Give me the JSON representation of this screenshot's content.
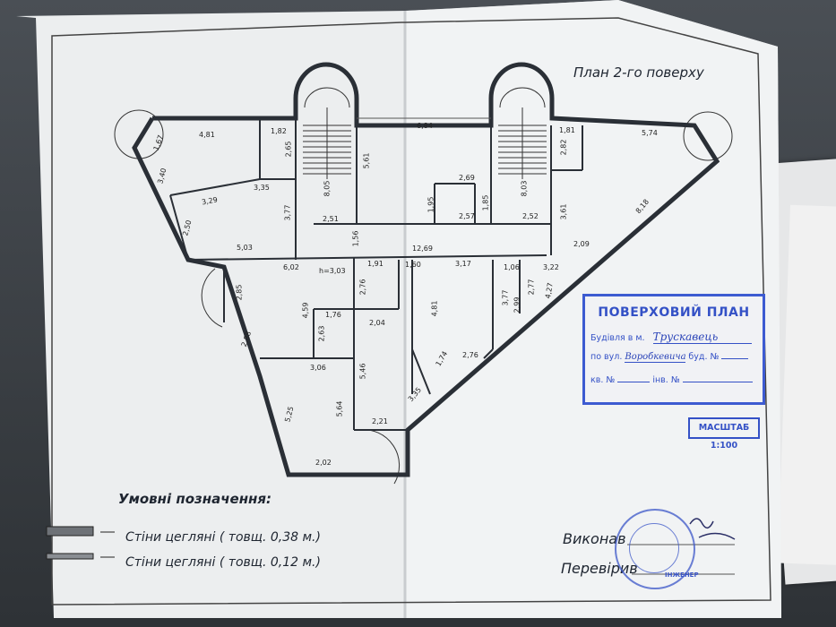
{
  "document": {
    "plan_title": "План 2-го поверху",
    "legend": {
      "title": "Умовні позначення:",
      "items": [
        "Стіни цегляні ( товщ. 0,38 м.)",
        "Стіни  цегляні ( товщ. 0,12 м.)"
      ]
    },
    "signatures": {
      "executed": "Виконав",
      "checked": "Перевірив"
    }
  },
  "stamp": {
    "title": "ПОВЕРХОВИЙ ПЛАН",
    "building_label": "Будівля в м.",
    "city": "Трускавець",
    "street_label": "по вул.",
    "street": "Воробкевича",
    "bud_label": "буд. №",
    "apt_label": "кв. №",
    "inv_label": "інв. №",
    "scale": "МАСШТАБ 1:100"
  },
  "seal": {
    "text": "ІНЖЕНЕР"
  },
  "dimensions": [
    {
      "id": "d1",
      "t": "4,81"
    },
    {
      "id": "d2",
      "t": "1,82"
    },
    {
      "id": "d3",
      "t": "1,67"
    },
    {
      "id": "d4",
      "t": "2,65"
    },
    {
      "id": "d5",
      "t": "3,40"
    },
    {
      "id": "d6",
      "t": "3,35"
    },
    {
      "id": "d7",
      "t": "3,29"
    },
    {
      "id": "d8",
      "t": "3,77"
    },
    {
      "id": "d9",
      "t": "8,05"
    },
    {
      "id": "d10",
      "t": "5,61"
    },
    {
      "id": "d11",
      "t": "2,51"
    },
    {
      "id": "d12",
      "t": "2,50"
    },
    {
      "id": "d13",
      "t": "5,03"
    },
    {
      "id": "d14",
      "t": "1,56"
    },
    {
      "id": "d15",
      "t": "6,84"
    },
    {
      "id": "d16",
      "t": "2,69"
    },
    {
      "id": "d17",
      "t": "1,95"
    },
    {
      "id": "d18",
      "t": "1,85"
    },
    {
      "id": "d19",
      "t": "2,57"
    },
    {
      "id": "d20",
      "t": "8,03"
    },
    {
      "id": "d21",
      "t": "2,52"
    },
    {
      "id": "d22",
      "t": "1,81"
    },
    {
      "id": "d23",
      "t": "2,82"
    },
    {
      "id": "d24",
      "t": "5,74"
    },
    {
      "id": "d25",
      "t": "3,61"
    },
    {
      "id": "d26",
      "t": "8,18"
    },
    {
      "id": "d27",
      "t": "12,69"
    },
    {
      "id": "d28",
      "t": "2,09"
    },
    {
      "id": "d29",
      "t": "6,02"
    },
    {
      "id": "d30",
      "t": "h=3,03"
    },
    {
      "id": "d31",
      "t": "1,91"
    },
    {
      "id": "d32",
      "t": "1,60"
    },
    {
      "id": "d33",
      "t": "3,17"
    },
    {
      "id": "d34",
      "t": "1,06"
    },
    {
      "id": "d35",
      "t": "3,22"
    },
    {
      "id": "d36",
      "t": "2,85"
    },
    {
      "id": "d37",
      "t": "2,76"
    },
    {
      "id": "d38",
      "t": "4,59"
    },
    {
      "id": "d39",
      "t": "1,76"
    },
    {
      "id": "d40",
      "t": "2,04"
    },
    {
      "id": "d41",
      "t": "4,81"
    },
    {
      "id": "d42",
      "t": "3,77"
    },
    {
      "id": "d43",
      "t": "2,99"
    },
    {
      "id": "d44",
      "t": "2,77"
    },
    {
      "id": "d45",
      "t": "4,27"
    },
    {
      "id": "d46",
      "t": "2,63"
    },
    {
      "id": "d47",
      "t": "2,88"
    },
    {
      "id": "d48",
      "t": "3,06"
    },
    {
      "id": "d49",
      "t": "1,74"
    },
    {
      "id": "d50",
      "t": "2,76"
    },
    {
      "id": "d51",
      "t": "5,46"
    },
    {
      "id": "d52",
      "t": "3,35"
    },
    {
      "id": "d53",
      "t": "5,25"
    },
    {
      "id": "d54",
      "t": "5,64"
    },
    {
      "id": "d55",
      "t": "2,21"
    },
    {
      "id": "d56",
      "t": "2,02"
    }
  ],
  "colors": {
    "paper": "#eef0f1",
    "ink": "#1e2530",
    "stamp_blue": "#3451c6"
  }
}
